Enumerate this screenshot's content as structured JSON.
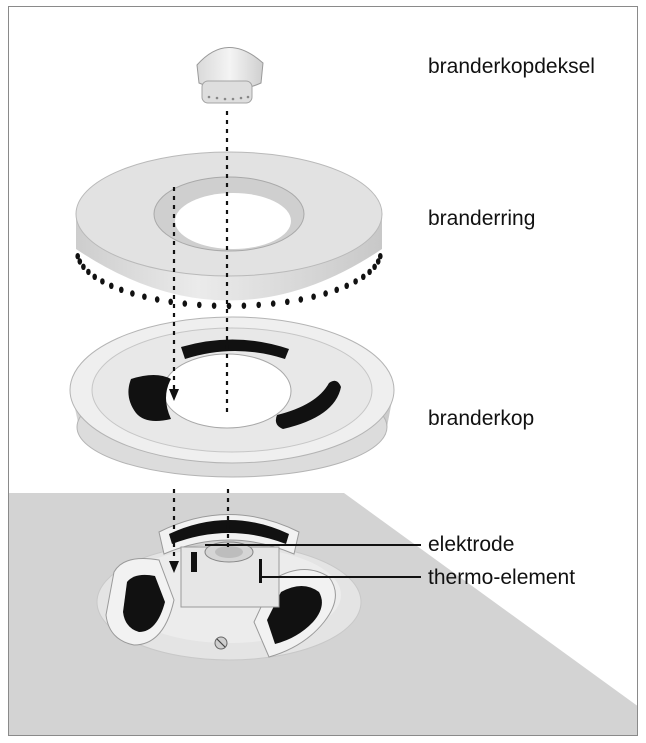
{
  "labels": {
    "cap": "branderkopdeksel",
    "ring": "branderring",
    "head": "branderkop",
    "electrode": "elektrode",
    "thermo": "thermo-element"
  },
  "colors": {
    "frame": "#8a8a8a",
    "floor": "#d3d3d3",
    "part_light": "#eeeeee",
    "part_mid": "#dcdcdc",
    "part_shadow": "#c4c4c4",
    "slot": "#111111"
  }
}
